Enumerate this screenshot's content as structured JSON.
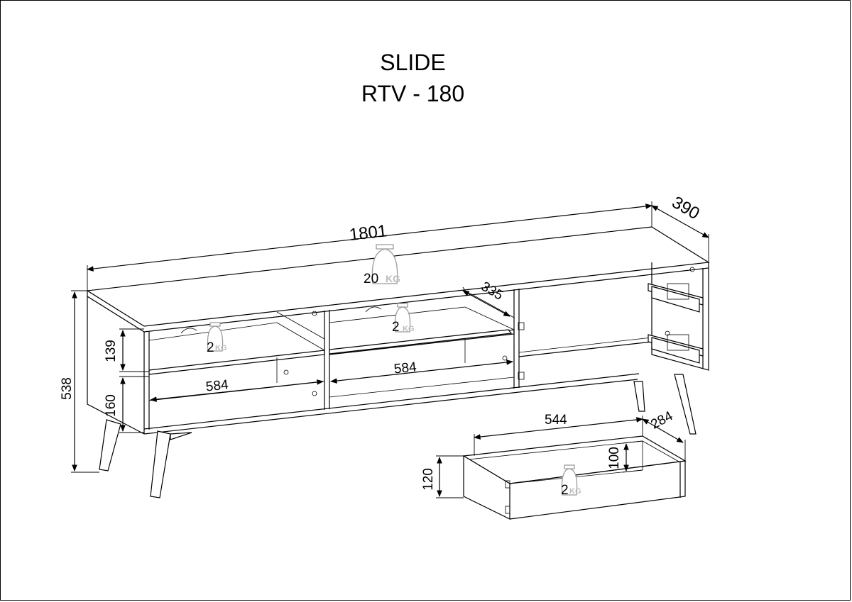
{
  "title": {
    "line1": "SLIDE",
    "line2": "RTV - 180"
  },
  "dimensions": {
    "width": "1801",
    "depth": "390",
    "height": "538",
    "shelf_depth": "335",
    "upper_opening": "139",
    "lower_opening": "160",
    "left_compartment_width": "584",
    "middle_compartment_width": "584",
    "drawer_width": "544",
    "drawer_depth": "284",
    "drawer_height": "120",
    "drawer_inner_height": "100"
  },
  "load_limits": {
    "top": "20",
    "left_shelf": "2",
    "middle_shelf": "2",
    "drawer": "2",
    "unit": "KG"
  }
}
